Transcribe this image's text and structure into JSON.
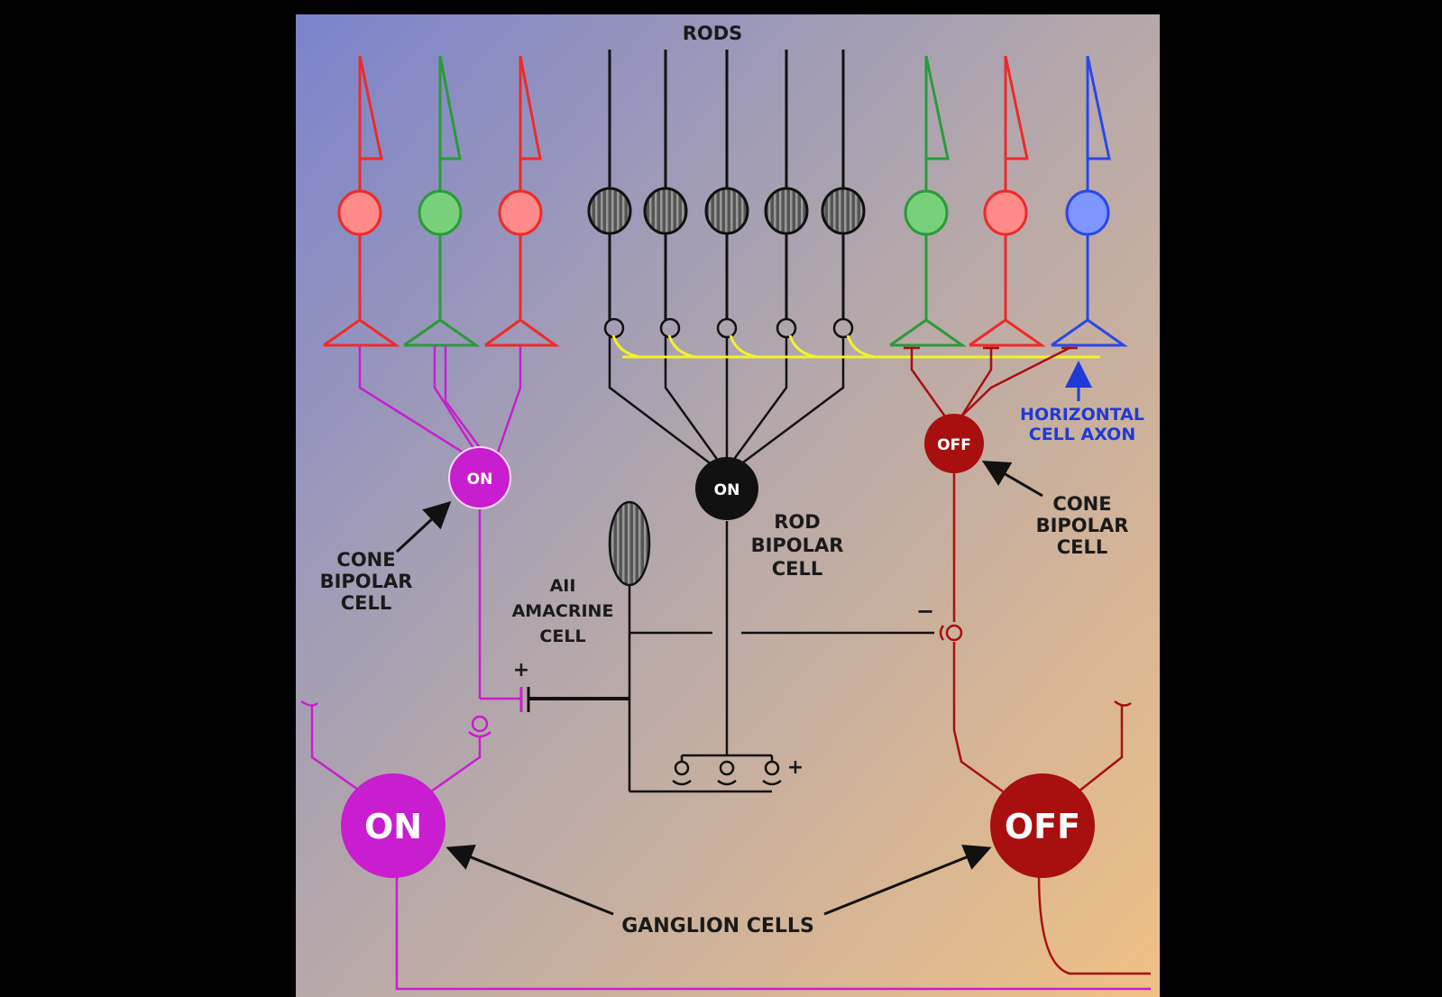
{
  "labels": {
    "rods": "RODS",
    "horizontal_line1": "HORIZONTAL",
    "horizontal_line2": "CELL AXON",
    "cone_bipolar_left": [
      "CONE",
      "BIPOLAR",
      "CELL"
    ],
    "cone_bipolar_right": [
      "CONE",
      "BIPOLAR",
      "CELL"
    ],
    "rod_bipolar": [
      "ROD",
      "BIPOLAR",
      "CELL"
    ],
    "amacrine": [
      "AII",
      "AMACRINE",
      "CELL"
    ],
    "ganglion": "GANGLION CELLS",
    "plus_sign": "+",
    "minus_sign": "−"
  },
  "cells": {
    "on_cone_bipolar": "ON",
    "rod_bipolar": "ON",
    "off_cone_bipolar": "OFF",
    "on_ganglion": "ON",
    "off_ganglion": "OFF"
  },
  "colors": {
    "red": "#ee2a2a",
    "green": "#2a9a3a",
    "blue": "#2b47e8",
    "black": "#111111",
    "magenta": "#c81ecf",
    "dark_red": "#a80f0f",
    "yellow": "#f2f22a",
    "gray": "#6a6a6a"
  }
}
